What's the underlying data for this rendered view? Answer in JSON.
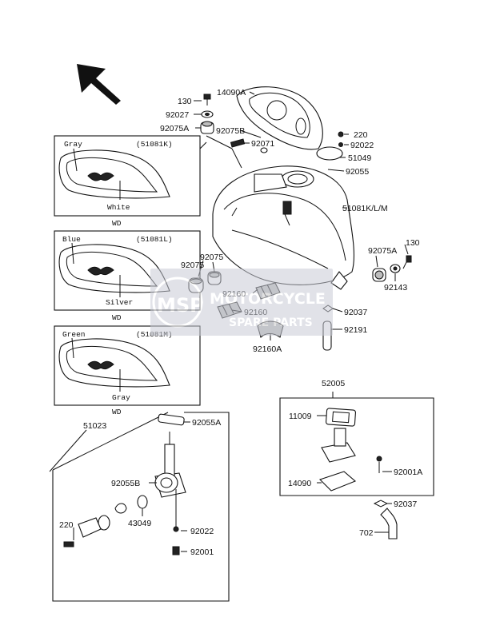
{
  "variants": [
    {
      "code": "(51081K)",
      "stripe": "Gray",
      "body": "White",
      "mark": "WD"
    },
    {
      "code": "(51081L)",
      "stripe": "Blue",
      "body": "Silver",
      "mark": "WD"
    },
    {
      "code": "(51081M)",
      "stripe": "Green",
      "body": "Gray",
      "mark": "WD"
    }
  ],
  "labels": {
    "p130a": "130",
    "p92027": "92027",
    "p92075a_top": "92075A",
    "p14090a": "14090A",
    "p92075b": "92075B",
    "p92071": "92071",
    "p220a": "220",
    "p92022a": "92022",
    "p51049": "51049",
    "p92055": "92055",
    "p51081klm": "51081K/L/M",
    "p92075a_r": "92075A",
    "p130b": "130",
    "p92143": "92143",
    "p92075_l": "92075",
    "p92075_r": "92075",
    "p92160_a": "92160",
    "p92160_b": "92160",
    "p92160a": "92160A",
    "p92037a": "92037",
    "p92191": "92191",
    "p52005": "52005",
    "p11009": "11009",
    "p14090": "14090",
    "p92001a": "92001A",
    "p92037b": "92037",
    "p702": "702",
    "p51023": "51023",
    "p92055a": "92055A",
    "p92055b": "92055B",
    "p43049": "43049",
    "p220b": "220",
    "p92022b": "92022",
    "p92001": "92001"
  },
  "watermark": {
    "line1": "MOTORCYCLE",
    "line2": "SPARE PARTS",
    "badge": "MSP"
  },
  "colors": {
    "line": "#111111",
    "watermark": "#c9ccd6"
  }
}
